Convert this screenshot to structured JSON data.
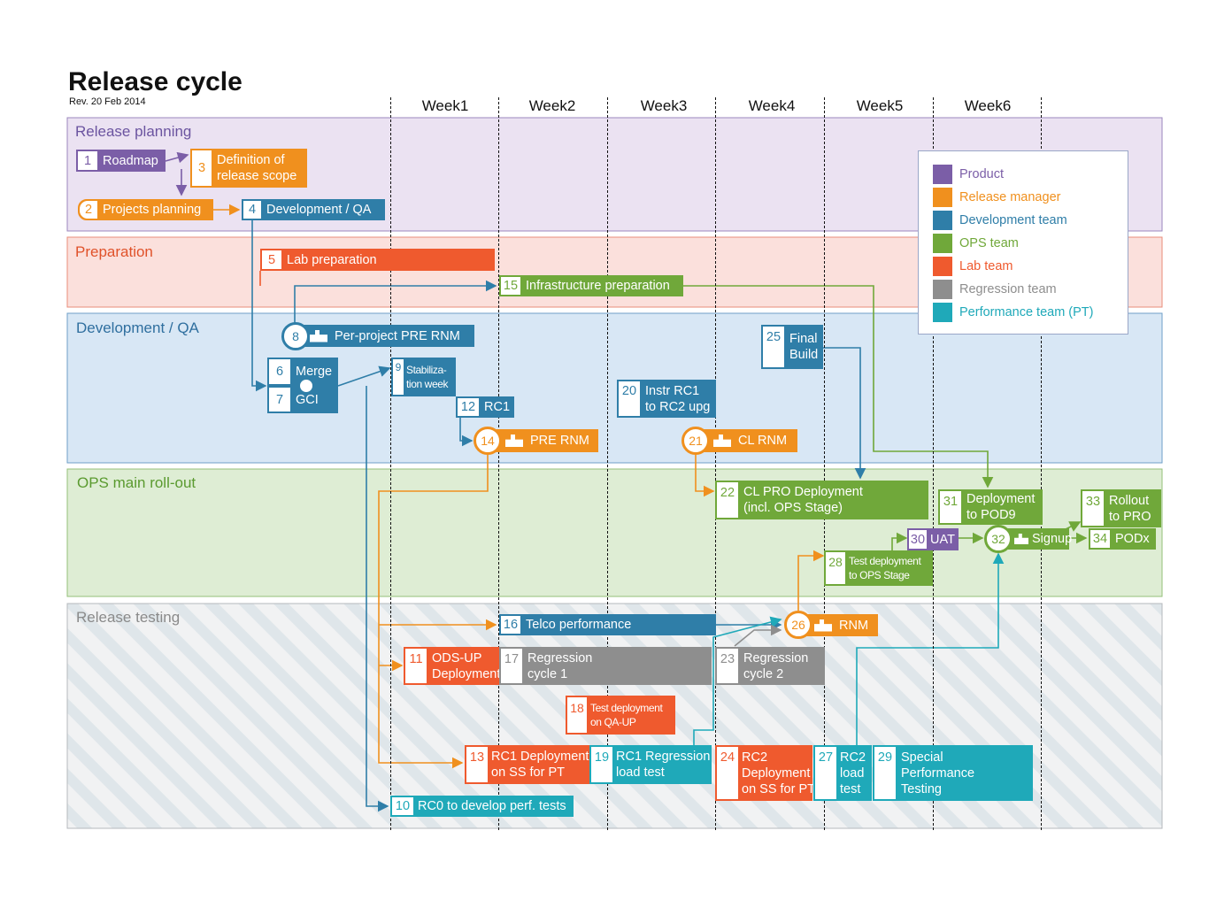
{
  "title": "Release cycle",
  "revision": "Rev. 20 Feb 2014",
  "weeks": [
    "Week1",
    "Week2",
    "Week3",
    "Week4",
    "Week5",
    "Week6"
  ],
  "lanes": {
    "planning": "Release planning",
    "preparation": "Preparation",
    "devqa": "Development / QA",
    "ops": "OPS main roll-out",
    "testing": "Release testing"
  },
  "colors": {
    "product": "#7b5ea7",
    "release_manager": "#f0901e",
    "development": "#2f7ea8",
    "ops": "#70a83a",
    "lab": "#ef5a2e",
    "regression": "#8e8e8e",
    "performance": "#1fa9b9"
  },
  "legend": [
    {
      "label": "Product",
      "color": "#7b5ea7"
    },
    {
      "label": "Release manager",
      "color": "#f0901e"
    },
    {
      "label": "Development team",
      "color": "#2f7ea8"
    },
    {
      "label": "OPS team",
      "color": "#70a83a"
    },
    {
      "label": "Lab team",
      "color": "#ef5a2e"
    },
    {
      "label": "Regression team",
      "color": "#8e8e8e"
    },
    {
      "label": "Performance team (PT)",
      "color": "#1fa9b9"
    }
  ],
  "tasks": {
    "t1": {
      "num": "1",
      "label": "Roadmap"
    },
    "t2": {
      "num": "2",
      "label": "Projects planning"
    },
    "t3": {
      "num": "3",
      "label1": "Definition of",
      "label2": "release scope"
    },
    "t4": {
      "num": "4",
      "label": "Development / QA"
    },
    "t5": {
      "num": "5",
      "label": "Lab preparation"
    },
    "t6": {
      "num": "6",
      "label": "Merge"
    },
    "t7": {
      "num": "7",
      "label": "GCI"
    },
    "t8": {
      "num": "8",
      "label": "Per-project PRE RNM"
    },
    "t9": {
      "num": "9",
      "label1": "Stabiliza-",
      "label2": "tion  week"
    },
    "t10": {
      "num": "10",
      "label": "RC0 to develop perf. tests"
    },
    "t11": {
      "num": "11",
      "label1": "ODS-UP",
      "label2": "Deployment"
    },
    "t12": {
      "num": "12",
      "label": "RC1"
    },
    "t13": {
      "num": "13",
      "label1": "RC1 Deployment",
      "label2": "on SS for PT"
    },
    "t14": {
      "num": "14",
      "label": "PRE RNM"
    },
    "t15": {
      "num": "15",
      "label": "Infrastructure preparation"
    },
    "t16": {
      "num": "16",
      "label": "Telco performance"
    },
    "t17": {
      "num": "17",
      "label1": "Regression",
      "label2": "cycle 1"
    },
    "t18": {
      "num": "18",
      "label1": "Test deployment",
      "label2": "on QA-UP"
    },
    "t19": {
      "num": "19",
      "label1": "RC1 Regression",
      "label2": "load test"
    },
    "t20": {
      "num": "20",
      "label1": "Instr RC1",
      "label2": "to RC2 upg"
    },
    "t21": {
      "num": "21",
      "label": "CL RNM"
    },
    "t22": {
      "num": "22",
      "label1": "CL PRO Deployment",
      "label2": "(incl. OPS Stage)"
    },
    "t23": {
      "num": "23",
      "label1": "Regression",
      "label2": "cycle 2"
    },
    "t24": {
      "num": "24",
      "label1": "RC2",
      "label2": "Deployment",
      "label3": "on SS for PT"
    },
    "t25": {
      "num": "25",
      "label1": "Final",
      "label2": "Build"
    },
    "t26": {
      "num": "26",
      "label": "RNM"
    },
    "t27": {
      "num": "27",
      "label1": "RC2",
      "label2": "load",
      "label3": "test"
    },
    "t28": {
      "num": "28",
      "label1": "Test deployment",
      "label2": "to OPS Stage"
    },
    "t29": {
      "num": "29",
      "label1": "Special",
      "label2": "Performance",
      "label3": "Testing"
    },
    "t30": {
      "num": "30",
      "label": "UAT"
    },
    "t31": {
      "num": "31",
      "label1": "Deployment",
      "label2": "to POD9"
    },
    "t32": {
      "num": "32",
      "label": "Signup"
    },
    "t33": {
      "num": "33",
      "label1": "Rollout",
      "label2": "to PRO"
    },
    "t34": {
      "num": "34",
      "label": "PODx"
    }
  }
}
